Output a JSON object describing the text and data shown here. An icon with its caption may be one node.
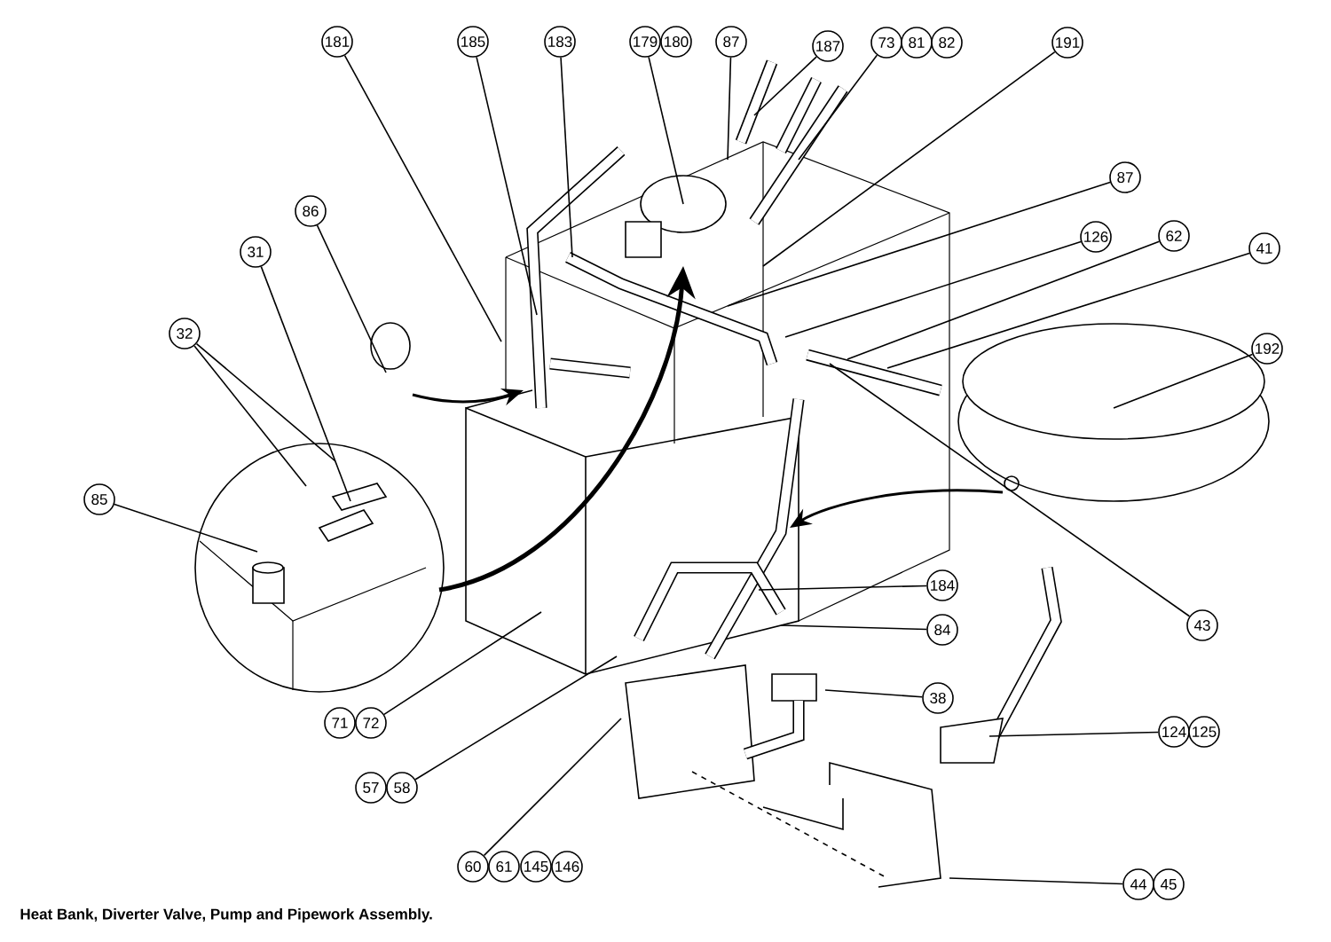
{
  "diagram": {
    "caption": "Heat Bank, Diverter Valve, Pump and Pipework Assembly.",
    "nodes": [
      {
        "text": [
          "181"
        ]
      },
      {
        "text": [
          "185"
        ]
      },
      {
        "text": [
          "183"
        ]
      },
      {
        "text": [
          "179"
        ]
      },
      {
        "text": [
          "180"
        ]
      },
      {
        "text": [
          "87"
        ]
      },
      {
        "text": [
          "187"
        ]
      },
      {
        "text": [
          "73"
        ]
      },
      {
        "text": [
          "81"
        ]
      },
      {
        "text": [
          "82"
        ]
      },
      {
        "text": [
          "191"
        ]
      },
      {
        "text": [
          "87"
        ]
      },
      {
        "text": [
          "86"
        ]
      },
      {
        "text": [
          "126"
        ]
      },
      {
        "text": [
          "62"
        ]
      },
      {
        "text": [
          "41"
        ]
      },
      {
        "text": [
          "31"
        ]
      },
      {
        "text": [
          "32"
        ]
      },
      {
        "text": [
          "192"
        ]
      },
      {
        "text": [
          "85"
        ]
      },
      {
        "text": [
          "184"
        ]
      },
      {
        "text": [
          "43"
        ]
      },
      {
        "text": [
          "84"
        ]
      },
      {
        "text": [
          "38"
        ]
      },
      {
        "text": [
          "71"
        ]
      },
      {
        "text": [
          "72"
        ]
      },
      {
        "text": [
          "124"
        ]
      },
      {
        "text": [
          "125"
        ]
      },
      {
        "text": [
          "57"
        ]
      },
      {
        "text": [
          "58"
        ]
      },
      {
        "text": [
          "60"
        ]
      },
      {
        "text": [
          "61"
        ]
      },
      {
        "text": [
          "145"
        ]
      },
      {
        "text": [
          "146"
        ]
      },
      {
        "text": [
          "44"
        ]
      },
      {
        "text": [
          "45"
        ]
      }
    ],
    "edges": [
      {
        "from": 0,
        "to": null,
        "arrow": "none"
      },
      {
        "from": 1,
        "to": null,
        "arrow": "none"
      },
      {
        "from": 2,
        "to": null,
        "arrow": "none"
      },
      {
        "from": 3,
        "to": null,
        "arrow": "none"
      },
      {
        "from": 5,
        "to": null,
        "arrow": "none"
      },
      {
        "from": 6,
        "to": null,
        "arrow": "none"
      },
      {
        "from": 7,
        "to": null,
        "arrow": "none"
      },
      {
        "from": 10,
        "to": null,
        "arrow": "none"
      },
      {
        "from": 11,
        "to": null,
        "arrow": "none"
      },
      {
        "from": 12,
        "to": null,
        "arrow": "none"
      },
      {
        "from": 13,
        "to": null,
        "arrow": "none"
      },
      {
        "from": 14,
        "to": null,
        "arrow": "none"
      },
      {
        "from": 15,
        "to": null,
        "arrow": "none"
      },
      {
        "from": 16,
        "to": null,
        "arrow": "none"
      },
      {
        "from": 17,
        "to": null,
        "arrow": "none"
      },
      {
        "from": 17,
        "to": null,
        "arrow": "none"
      },
      {
        "from": 18,
        "to": null,
        "arrow": "none"
      },
      {
        "from": 19,
        "to": null,
        "arrow": "none"
      },
      {
        "from": 20,
        "to": null,
        "arrow": "none"
      },
      {
        "from": 21,
        "to": null,
        "arrow": "none"
      },
      {
        "from": 22,
        "to": null,
        "arrow": "none"
      },
      {
        "from": 23,
        "to": null,
        "arrow": "none"
      },
      {
        "from": 25,
        "to": null,
        "arrow": "none"
      },
      {
        "from": 26,
        "to": null,
        "arrow": "none"
      },
      {
        "from": 29,
        "to": null,
        "arrow": "none"
      },
      {
        "from": 30,
        "to": null,
        "arrow": "none"
      },
      {
        "from": 34,
        "to": null,
        "arrow": "none"
      }
    ]
  }
}
